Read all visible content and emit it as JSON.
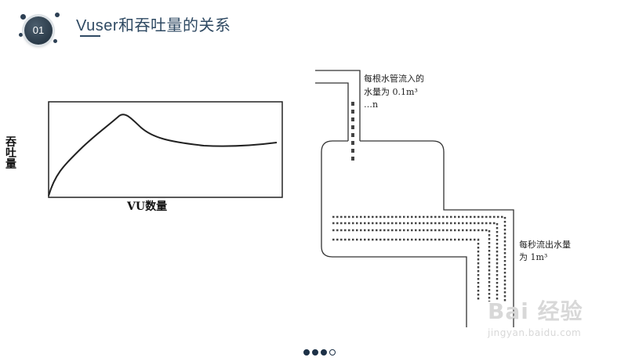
{
  "slide": {
    "number": "01",
    "title": "Vuser和吞吐量的关系"
  },
  "throughput_chart": {
    "ylabel": "吞吐量",
    "xlabel": "VU数量"
  },
  "water_diagram": {
    "inflow_label_line1": "每根水管流入的",
    "inflow_label_line2": "水量为 0.1m³",
    "inflow_label_line3": "…n",
    "outflow_label_line1": "每秒流出水量",
    "outflow_label_line2": "为 1m³"
  },
  "pager": {
    "count": 4,
    "active": 2
  },
  "watermark": {
    "brand": "Bai 经验",
    "url": "jingyan.baidu.com"
  },
  "colors": {
    "title": "#2f4a63",
    "badge": "#2a3a48",
    "pager": "#1d3147",
    "line": "#222222"
  }
}
